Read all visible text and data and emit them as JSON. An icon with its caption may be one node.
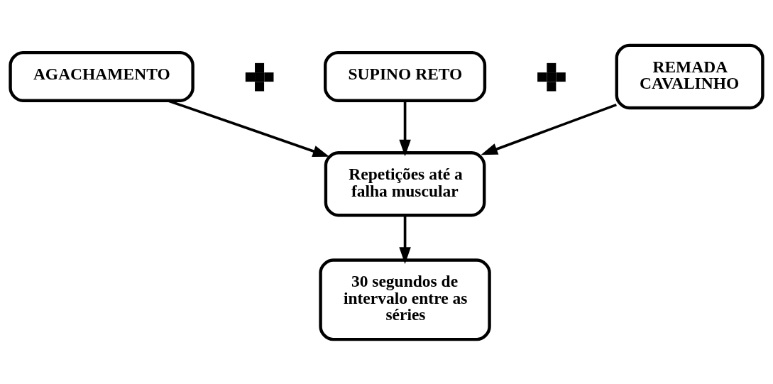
{
  "diagram": {
    "nodes": [
      {
        "text": [
          "AGACHAMENTO"
        ]
      },
      {
        "text": [],
        "shape": "plus"
      },
      {
        "text": [
          "SUPINO RETO"
        ]
      },
      {
        "text": [],
        "shape": "plus"
      },
      {
        "text": [
          "REMADA CAVALINHO"
        ]
      },
      {
        "text": [
          "Repetições até a falha muscular"
        ]
      },
      {
        "text": [
          "30 segundos de intervalo entre as séries"
        ]
      }
    ],
    "edges": [
      {
        "from": 0,
        "to": 5,
        "arrow": "to"
      },
      {
        "from": 2,
        "to": 5,
        "arrow": "to"
      },
      {
        "from": 4,
        "to": 5,
        "arrow": "to"
      },
      {
        "from": 5,
        "to": 6,
        "arrow": "to"
      }
    ]
  }
}
